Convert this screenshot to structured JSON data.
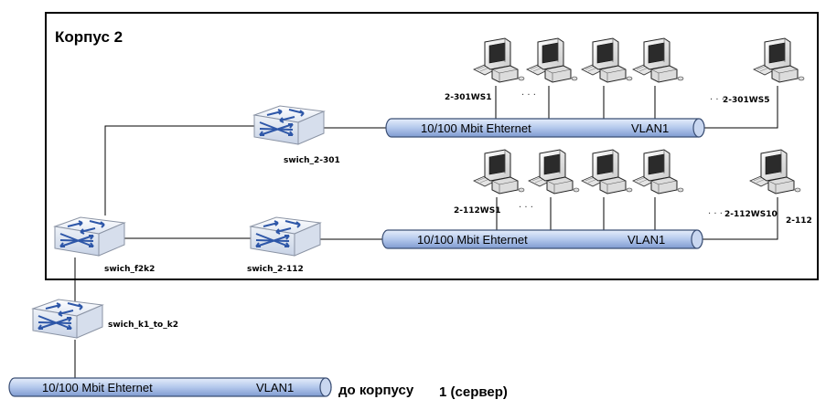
{
  "building": {
    "title": "Корпус 2"
  },
  "buses": [
    {
      "speed": "10/100 Mbit Ehternet",
      "vlan": "VLAN1"
    },
    {
      "speed": "10/100 Mbit Ehternet",
      "vlan": "VLAN1"
    },
    {
      "speed": "10/100 Mbit Ehternet",
      "vlan": "VLAN1"
    }
  ],
  "switches": {
    "s2301": "swich_2-301",
    "s2112": "swich_2-112",
    "f2k2": "swich_f2k2",
    "k1k2": "swich_k1_to_k2"
  },
  "workstations": {
    "row1_first": "2-301WS1",
    "row1_last": "2-301WS5",
    "row2_first": "2-112WS1",
    "row2_last": "2-112WS10",
    "row2_extra": "2-112"
  },
  "ellipsis": "· · ·",
  "destination": {
    "main": "до корпусу",
    "suffix": "1 (сервер)"
  }
}
